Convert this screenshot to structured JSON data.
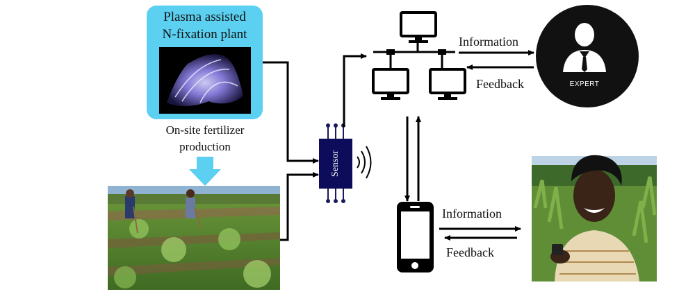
{
  "plasma": {
    "title_line1": "Plasma assisted",
    "title_line2": "N-fixation plant",
    "caption_line1": "On-site fertilizer",
    "caption_line2": "production"
  },
  "sensor": {
    "label": "Sensor"
  },
  "expert": {
    "label": "EXPERT"
  },
  "network": {
    "info_label": "Information",
    "feedback_label": "Feedback"
  },
  "mobile": {
    "info_label": "Information",
    "feedback_label": "Feedback"
  },
  "colors": {
    "plasma_box": "#5bd0f0",
    "down_arrow": "#5bd0f0",
    "lines": "#000000"
  },
  "icons": [
    "monitor-icon",
    "phone-icon",
    "person-icon",
    "sensor-chip-icon",
    "wireless-signal-icon"
  ]
}
